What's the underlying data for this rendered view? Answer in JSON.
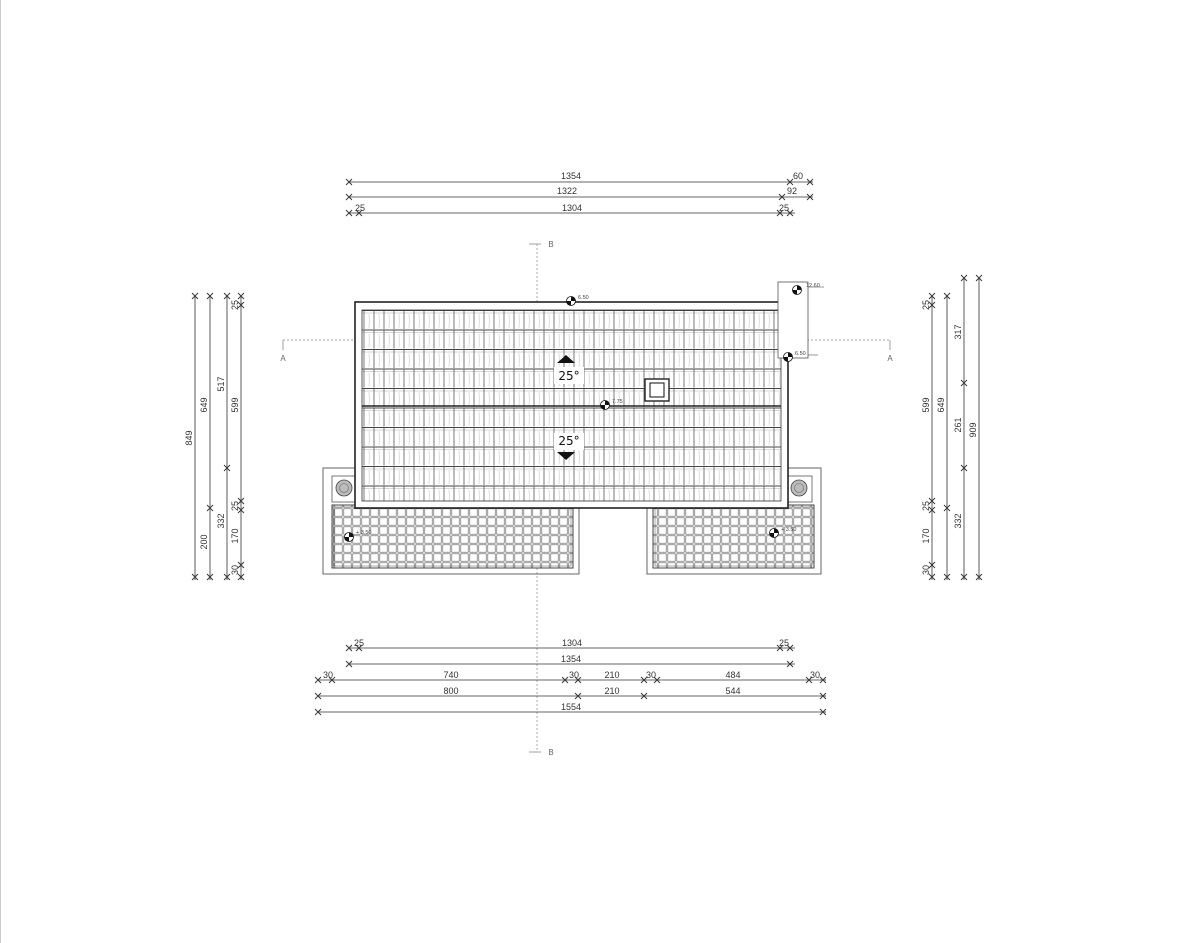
{
  "dimensions": {
    "top": [
      {
        "label": "1354",
        "extra": "60"
      },
      {
        "label": "1322",
        "extra": "92"
      },
      {
        "label": "1304",
        "left": "25",
        "right": "25"
      }
    ],
    "bottom": {
      "row1": {
        "left": "25",
        "main": "1304",
        "right": "25"
      },
      "row2": "1354",
      "row3": [
        "30",
        "740",
        "30",
        "210",
        "30",
        "484",
        "30"
      ],
      "row4": [
        "800",
        "210",
        "544"
      ],
      "row5": "1554"
    },
    "left": {
      "total": "849",
      "c2": "649",
      "c3a": "517",
      "c3b": "332",
      "c3c": "200",
      "c4a": "25",
      "c4b": "599",
      "c4c": "25",
      "c4d": "170",
      "c4e": "30"
    },
    "right": {
      "c1a": "25",
      "c1b": "599",
      "c1c": "25",
      "c1d": "170",
      "c1e": "30",
      "c2": "649",
      "c3a": "317",
      "c3b": "261",
      "c3c": "332",
      "total": "909"
    }
  },
  "roof": {
    "upper_slope": "25°",
    "lower_slope": "25°",
    "levels": {
      "ridge": "6.50",
      "center": "7.75",
      "chimney": "12.60",
      "side": "6.50",
      "left_terrace": "+ 3.50",
      "right_terrace": "+ 3.50"
    }
  },
  "sections": {
    "a_left": "A",
    "a_right": "A",
    "b_top": "B",
    "b_bottom": "B"
  }
}
